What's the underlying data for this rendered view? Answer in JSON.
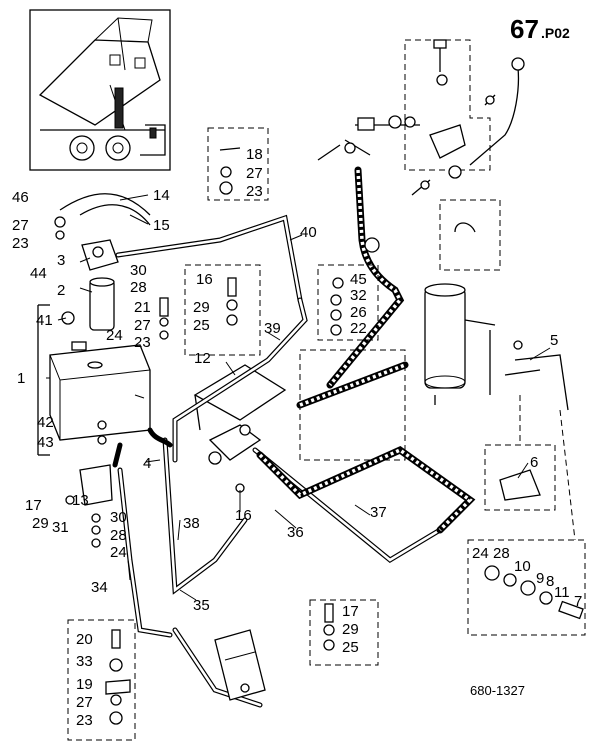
{
  "header": {
    "page_number": "67",
    "page_suffix": ".P02"
  },
  "drawing_number": "680-1327",
  "callouts": [
    {
      "id": "c1",
      "text": "1"
    },
    {
      "id": "c2",
      "text": "2"
    },
    {
      "id": "c3",
      "text": "3"
    },
    {
      "id": "c4",
      "text": "4"
    },
    {
      "id": "c5",
      "text": "5"
    },
    {
      "id": "c6",
      "text": "6"
    },
    {
      "id": "c7",
      "text": "7"
    },
    {
      "id": "c8",
      "text": "8"
    },
    {
      "id": "c9",
      "text": "9"
    },
    {
      "id": "c10",
      "text": "10"
    },
    {
      "id": "c11",
      "text": "11"
    },
    {
      "id": "c12",
      "text": "12"
    },
    {
      "id": "c13",
      "text": "13"
    },
    {
      "id": "c14",
      "text": "14"
    },
    {
      "id": "c15",
      "text": "15"
    },
    {
      "id": "c16a",
      "text": "16"
    },
    {
      "id": "c16b",
      "text": "16"
    },
    {
      "id": "c17a",
      "text": "17"
    },
    {
      "id": "c17b",
      "text": "17"
    },
    {
      "id": "c18",
      "text": "18"
    },
    {
      "id": "c19",
      "text": "19"
    },
    {
      "id": "c20",
      "text": "20"
    },
    {
      "id": "c21",
      "text": "21"
    },
    {
      "id": "c22",
      "text": "22"
    },
    {
      "id": "c23a",
      "text": "23"
    },
    {
      "id": "c23b",
      "text": "23"
    },
    {
      "id": "c23c",
      "text": "23"
    },
    {
      "id": "c23d",
      "text": "23"
    },
    {
      "id": "c24a",
      "text": "24"
    },
    {
      "id": "c24b",
      "text": "24"
    },
    {
      "id": "c24c",
      "text": "24"
    },
    {
      "id": "c25a",
      "text": "25"
    },
    {
      "id": "c25b",
      "text": "25"
    },
    {
      "id": "c26",
      "text": "26"
    },
    {
      "id": "c27a",
      "text": "27"
    },
    {
      "id": "c27b",
      "text": "27"
    },
    {
      "id": "c27c",
      "text": "27"
    },
    {
      "id": "c27d",
      "text": "27"
    },
    {
      "id": "c28a",
      "text": "28"
    },
    {
      "id": "c28b",
      "text": "28"
    },
    {
      "id": "c28c",
      "text": "28"
    },
    {
      "id": "c29a",
      "text": "29"
    },
    {
      "id": "c29b",
      "text": "29"
    },
    {
      "id": "c29c",
      "text": "29"
    },
    {
      "id": "c30a",
      "text": "30"
    },
    {
      "id": "c30b",
      "text": "30"
    },
    {
      "id": "c31",
      "text": "31"
    },
    {
      "id": "c32",
      "text": "32"
    },
    {
      "id": "c33",
      "text": "33"
    },
    {
      "id": "c34",
      "text": "34"
    },
    {
      "id": "c35",
      "text": "35"
    },
    {
      "id": "c36",
      "text": "36"
    },
    {
      "id": "c37",
      "text": "37"
    },
    {
      "id": "c38",
      "text": "38"
    },
    {
      "id": "c39",
      "text": "39"
    },
    {
      "id": "c40",
      "text": "40"
    },
    {
      "id": "c41",
      "text": "41"
    },
    {
      "id": "c42",
      "text": "42"
    },
    {
      "id": "c43",
      "text": "43"
    },
    {
      "id": "c44",
      "text": "44"
    },
    {
      "id": "c45",
      "text": "45"
    },
    {
      "id": "c46",
      "text": "46"
    }
  ]
}
